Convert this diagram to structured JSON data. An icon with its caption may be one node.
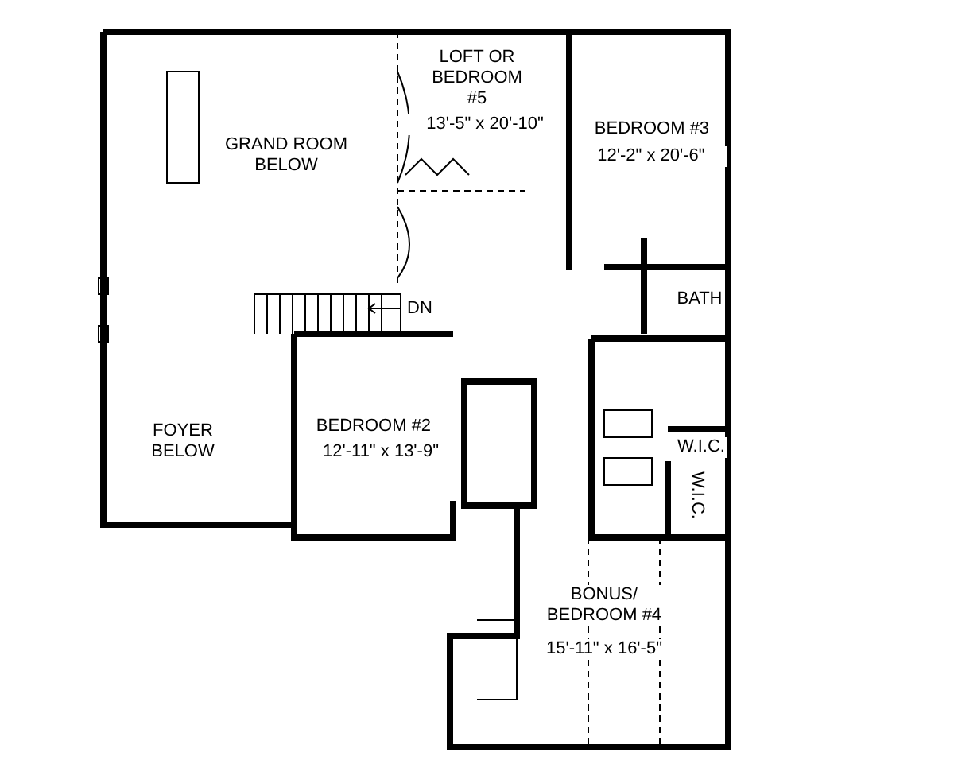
{
  "diagram": {
    "labels": [
      "GRAND ROOM BELOW",
      "LOFT OR BEDROOM #5",
      "13'-5\" x 20'-10\"",
      "BEDROOM #3",
      "12'-2\" x 20'-6\"",
      "BATH",
      "DN",
      "BEDROOM #2",
      "12'-11\" x 13'-9\"",
      "FOYER BELOW",
      "W.I.C.",
      "W.I.C.",
      "BONUS/ BEDROOM #4",
      "15'-11\" x 16'-5\""
    ]
  }
}
